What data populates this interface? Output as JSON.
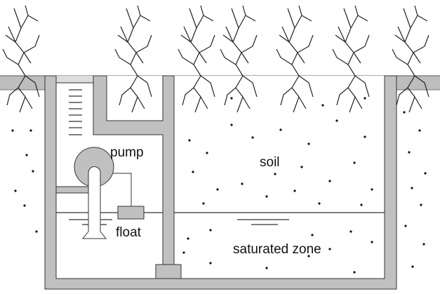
{
  "labels": {
    "pump": "pump",
    "float": "float",
    "soil": "soil",
    "saturated_zone": "saturated zone"
  },
  "colors": {
    "wall": "#c0c0c0",
    "ground": "#bdbdbd",
    "outline": "#333333"
  }
}
